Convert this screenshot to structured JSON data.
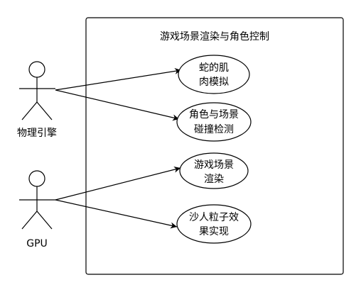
{
  "system": {
    "title": "游戏场景渲染与角色控制"
  },
  "actors": [
    {
      "id": "physics",
      "label": "物理引擎"
    },
    {
      "id": "gpu",
      "label": "GPU"
    }
  ],
  "use_cases": [
    {
      "id": "uc1",
      "lines": [
        "蛇的肌",
        "肉模拟"
      ]
    },
    {
      "id": "uc2",
      "lines": [
        "角色与场景",
        "碰撞检测"
      ]
    },
    {
      "id": "uc3",
      "lines": [
        "游戏场景",
        "渲染"
      ]
    },
    {
      "id": "uc4",
      "lines": [
        "沙人粒子效",
        "果实现"
      ]
    }
  ],
  "associations": [
    {
      "from": "physics",
      "to": "uc1"
    },
    {
      "from": "physics",
      "to": "uc2"
    },
    {
      "from": "gpu",
      "to": "uc3"
    },
    {
      "from": "gpu",
      "to": "uc4"
    }
  ]
}
